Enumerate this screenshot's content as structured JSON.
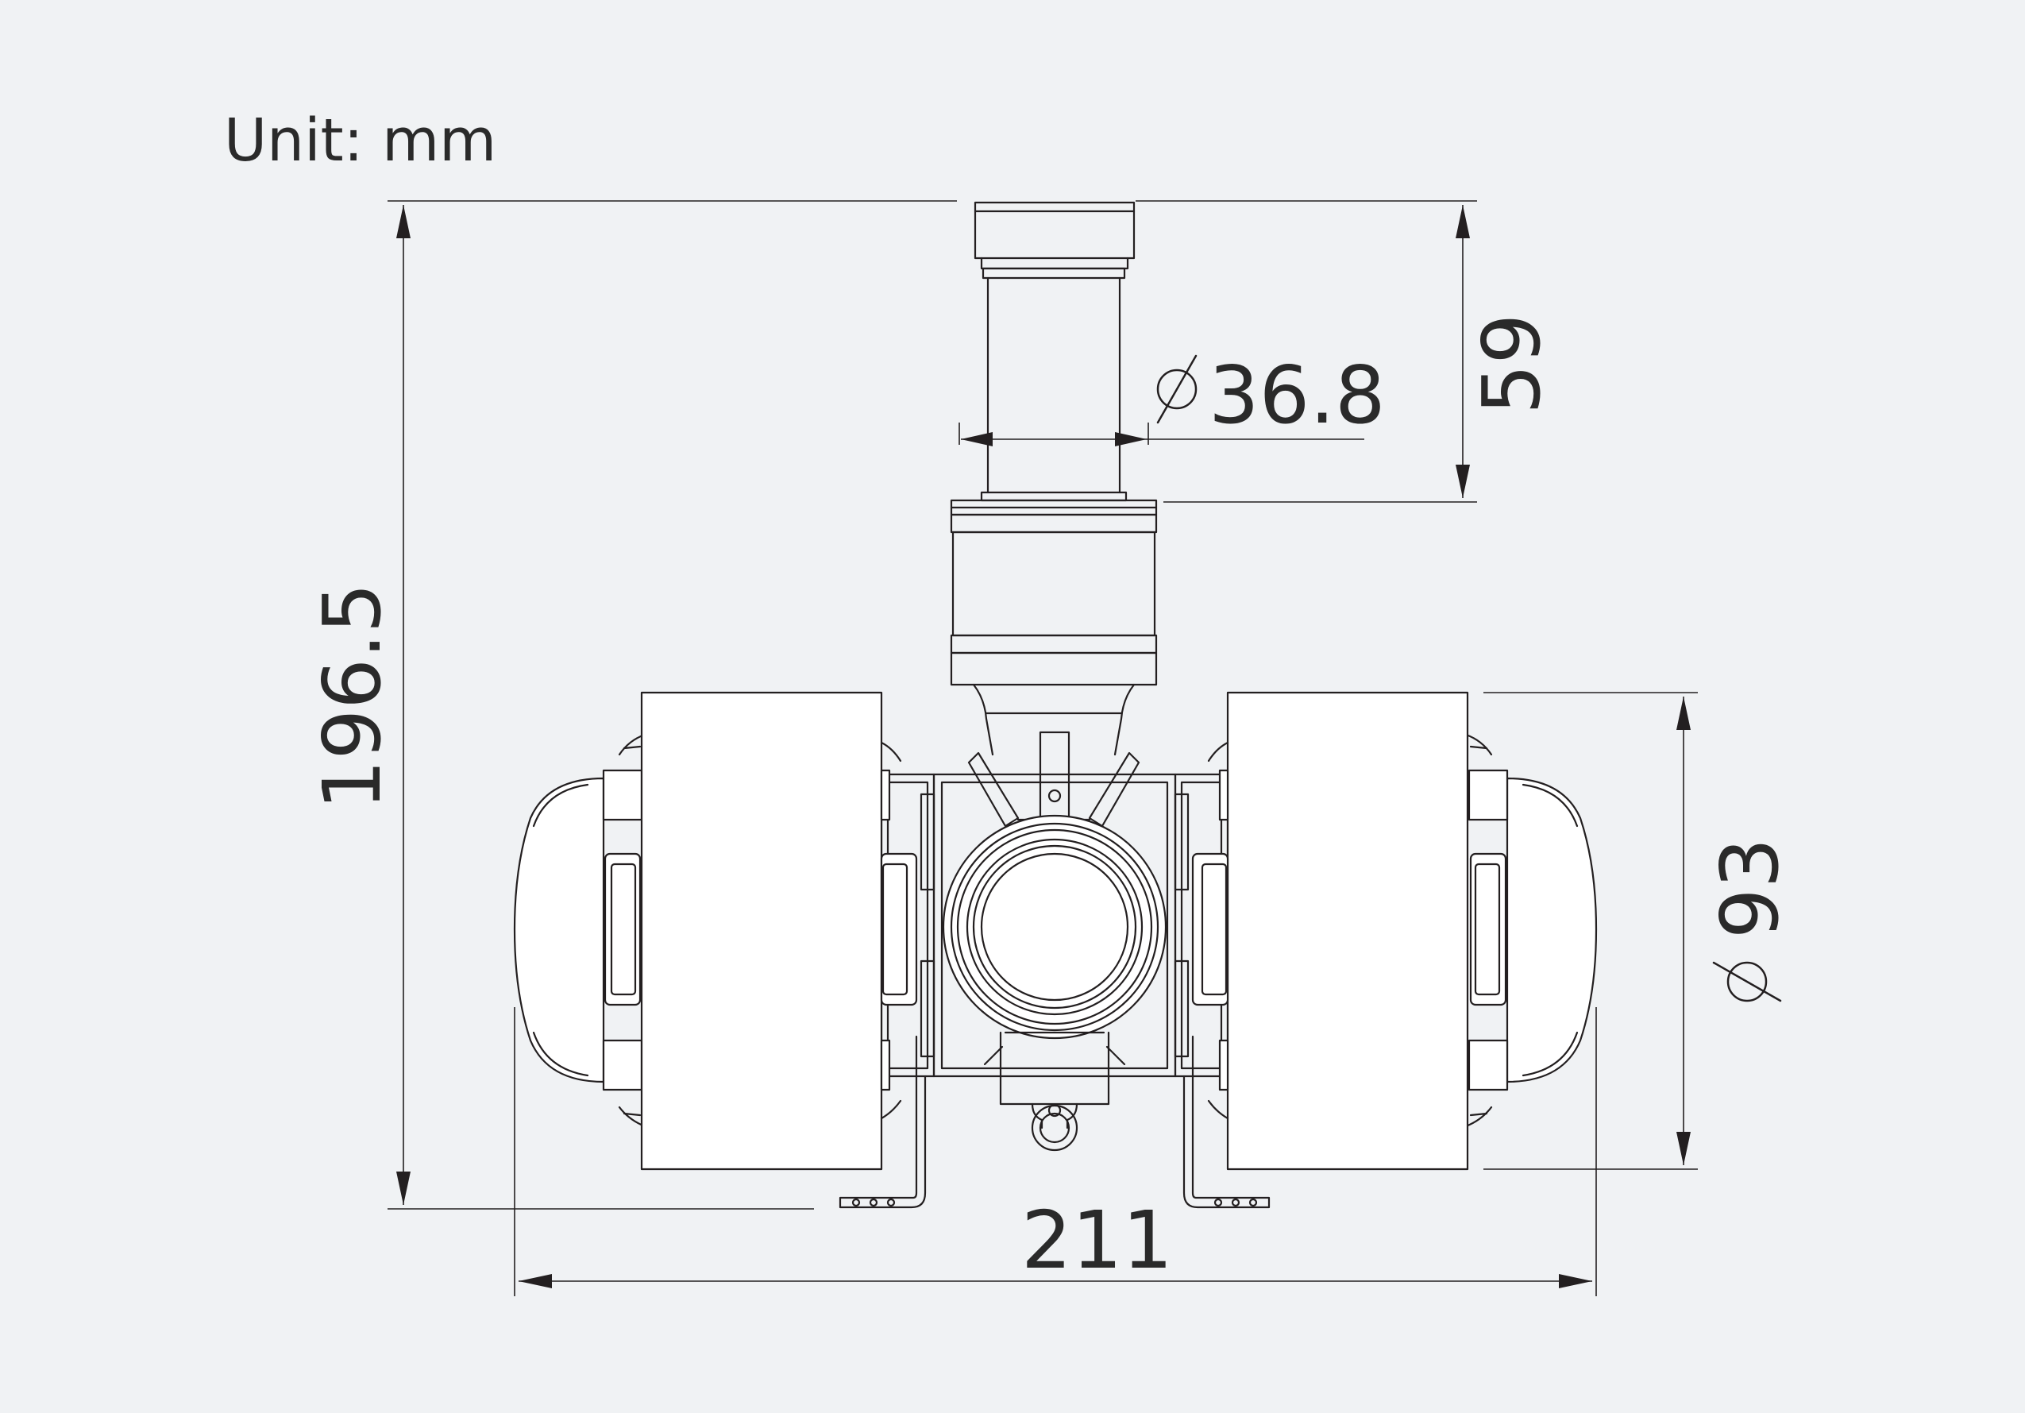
{
  "unit_label": "Unit: mm",
  "dimensions": {
    "height_total": "196.5",
    "tube_diameter": "36.8",
    "tube_height": "59",
    "wheel_diameter": "93",
    "width_total": "211"
  },
  "colors": {
    "background": "#f0f2f4",
    "line": "#231f20",
    "text": "#2a2a2a"
  }
}
